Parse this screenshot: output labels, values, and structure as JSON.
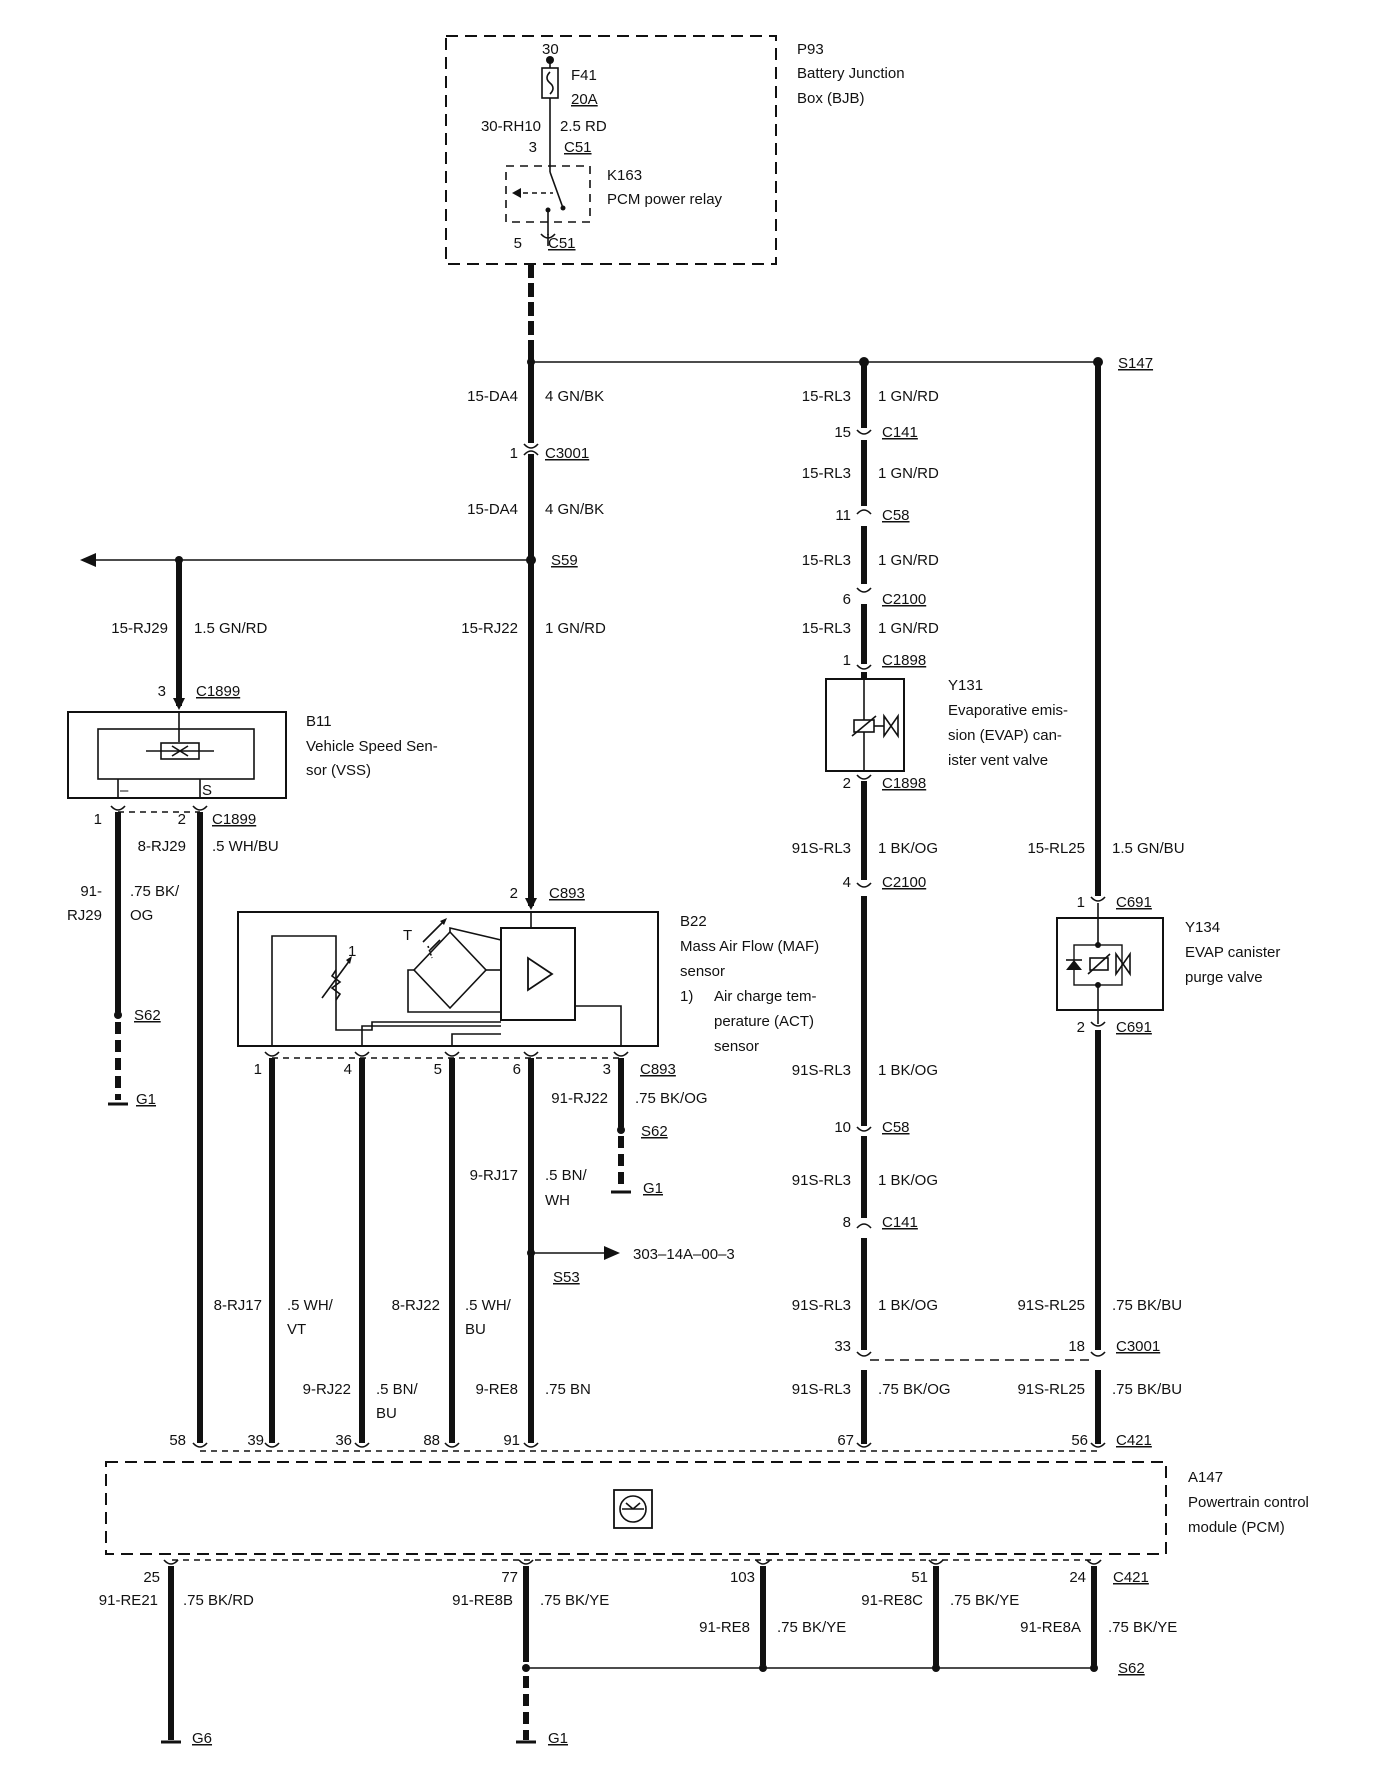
{
  "texts": {
    "pin_30": "30",
    "fuse_id": "F41",
    "fuse_rating": "20A",
    "p93_id": "P93",
    "p93_name1": "Battery Junction",
    "p93_name2": "Box (BJB)",
    "w_30rh10": "30-RH10",
    "w_30rh10_spec": "2.5 RD",
    "pin_3": "3",
    "c51_a": "C51",
    "k163_id": "K163",
    "k163_name": "PCM power relay",
    "pin_5": "5",
    "c51_b": "C51",
    "s147": "S147",
    "w_15da4_a": "15-DA4",
    "w_15da4_a_spec": "4 GN/BK",
    "pin_1_c3001": "1",
    "c3001_a": "C3001",
    "w_15da4_b": "15-DA4",
    "w_15da4_b_spec": "4 GN/BK",
    "s59": "S59",
    "w_15rj29": "15-RJ29",
    "w_15rj29_spec": "1.5 GN/RD",
    "w_15rj22": "15-RJ22",
    "w_15rj22_spec": "1 GN/RD",
    "w_15rl3_a": "15-RL3",
    "w_15rl3_a_spec": "1 GN/RD",
    "pin_15": "15",
    "c141_a": "C141",
    "w_15rl3_b": "15-RL3",
    "w_15rl3_b_spec": "1 GN/RD",
    "pin_11": "11",
    "c58_a": "C58",
    "w_15rl3_c": "15-RL3",
    "w_15rl3_c_spec": "1 GN/RD",
    "pin_6_c2100": "6",
    "c2100_a": "C2100",
    "w_15rl3_d": "15-RL3",
    "w_15rl3_d_spec": "1 GN/RD",
    "pin_1_c1898": "1",
    "c1898_a": "C1898",
    "y131_id": "Y131",
    "y131_n1": "Evaporative emis-",
    "y131_n2": "sion (EVAP) can-",
    "y131_n3": "ister vent valve",
    "pin_2_c1898": "2",
    "c1898_b": "C1898",
    "pin_3_c1899": "3",
    "c1899_a": "C1899",
    "b11_id": "B11",
    "b11_n1": "Vehicle Speed Sen-",
    "b11_n2": "sor (VSS)",
    "vss_minus": "–",
    "vss_s": "S",
    "pin_1_c1899": "1",
    "pin_2_c1899": "2",
    "c1899_b": "C1899",
    "w_8rj29": "8-RJ29",
    "w_8rj29_spec": ".5 WH/BU",
    "w_91rj29_1": "91-",
    "w_91rj29_2": "RJ29",
    "w_91rj29_spec1": ".75 BK/",
    "w_91rj29_spec2": "OG",
    "s62_a": "S62",
    "g1_a": "G1",
    "w_91srl3_a": "91S-RL3",
    "w_91srl3_a_spec": "1 BK/OG",
    "w_15rl25": "15-RL25",
    "w_15rl25_spec": "1.5 GN/BU",
    "pin_4_c2100": "4",
    "c2100_b": "C2100",
    "pin_1_c691": "1",
    "c691_a": "C691",
    "y134_id": "Y134",
    "y134_n1": "EVAP canister",
    "y134_n2": "purge valve",
    "pin_2_c691": "2",
    "c691_b": "C691",
    "pin_2_c893": "2",
    "c893_a": "C893",
    "b22_id": "B22",
    "b22_n1": "Mass Air Flow (MAF)",
    "b22_n2": "sensor",
    "b22_fn_num": "1)",
    "b22_fn1": "Air charge tem-",
    "b22_fn2": "perature (ACT)",
    "b22_fn3": "sensor",
    "maf_t": "T",
    "maf_1": "1",
    "pin_b22_1": "1",
    "pin_b22_4": "4",
    "pin_b22_5": "5",
    "pin_b22_6": "6",
    "pin_b22_3": "3",
    "c893_b": "C893",
    "w_91rj22": "91-RJ22",
    "w_91rj22_spec": ".75 BK/OG",
    "s62_b": "S62",
    "g1_b": "G1",
    "w_9rj17": "9-RJ17",
    "w_9rj17_spec1": ".5 BN/",
    "w_9rj17_spec2": "WH",
    "s53": "S53",
    "ref_303": "303–14A–00–3",
    "w_91srl3_b": "91S-RL3",
    "w_91srl3_b_spec": "1 BK/OG",
    "pin_10": "10",
    "c58_b": "C58",
    "w_91srl3_c": "91S-RL3",
    "w_91srl3_c_spec": "1 BK/OG",
    "pin_8": "8",
    "c141_b": "C141",
    "w_8rj17": "8-RJ17",
    "w_8rj17_spec1": ".5 WH/",
    "w_8rj17_spec2": "VT",
    "w_8rj22": "8-RJ22",
    "w_8rj22_spec1": ".5 WH/",
    "w_8rj22_spec2": "BU",
    "w_91srl3_d": "91S-RL3",
    "w_91srl3_d_spec": "1 BK/OG",
    "w_91srl25_a": "91S-RL25",
    "w_91srl25_a_spec": ".75 BK/BU",
    "pin_33": "33",
    "pin_18": "18",
    "c3001_b": "C3001",
    "w_9rj22": "9-RJ22",
    "w_9rj22_spec1": ".5 BN/",
    "w_9rj22_spec2": "BU",
    "w_9re8": "9-RE8",
    "w_9re8_spec": ".75 BN",
    "w_91srl3_e": "91S-RL3",
    "w_91srl3_e_spec": ".75 BK/OG",
    "w_91srl25_b": "91S-RL25",
    "w_91srl25_b_spec": ".75 BK/BU",
    "pin_58": "58",
    "pin_39": "39",
    "pin_36": "36",
    "pin_88": "88",
    "pin_91": "91",
    "pin_67": "67",
    "pin_56": "56",
    "c421_a": "C421",
    "a147_id": "A147",
    "a147_n1": "Powertrain control",
    "a147_n2": "module (PCM)",
    "pin_25": "25",
    "pin_77": "77",
    "pin_103": "103",
    "pin_51": "51",
    "pin_24": "24",
    "c421_b": "C421",
    "w_91re21": "91-RE21",
    "w_91re21_spec": ".75 BK/RD",
    "w_91re8b": "91-RE8B",
    "w_91re8b_spec": ".75 BK/YE",
    "w_91re8": "91-RE8",
    "w_91re8_spec": ".75 BK/YE",
    "w_91re8c": "91-RE8C",
    "w_91re8c_spec": ".75 BK/YE",
    "w_91re8a": "91-RE8A",
    "w_91re8a_spec": ".75 BK/YE",
    "s62_c": "S62",
    "g6": "G6",
    "g1_c": "G1"
  }
}
